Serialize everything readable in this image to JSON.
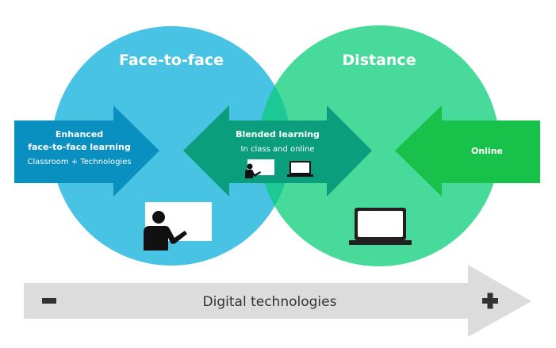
{
  "circles": {
    "left_title": "Face-to-face",
    "right_title": "Distance"
  },
  "arrows": {
    "enhanced": {
      "line1": "Enhanced",
      "line2": "face-to-face learning",
      "sub": "Classroom + Technologies"
    },
    "blended": {
      "title": "Blended learning",
      "sub": "In class and online"
    },
    "online": {
      "title": "Online"
    }
  },
  "scale": {
    "label": "Digital technologies",
    "minus": "−",
    "plus": "+"
  },
  "icons": [
    "teacher-whiteboard-icon",
    "laptop-icon"
  ],
  "colors": {
    "face_circle": "#48c3e3",
    "distance_circle": "#47da9a",
    "overlap": "#1cc994",
    "enhanced_arrow": "#0a90c0",
    "blended_arrow": "#0b9e7c",
    "online_arrow": "#18c24a",
    "scale_arrow": "#dcdcdc"
  }
}
